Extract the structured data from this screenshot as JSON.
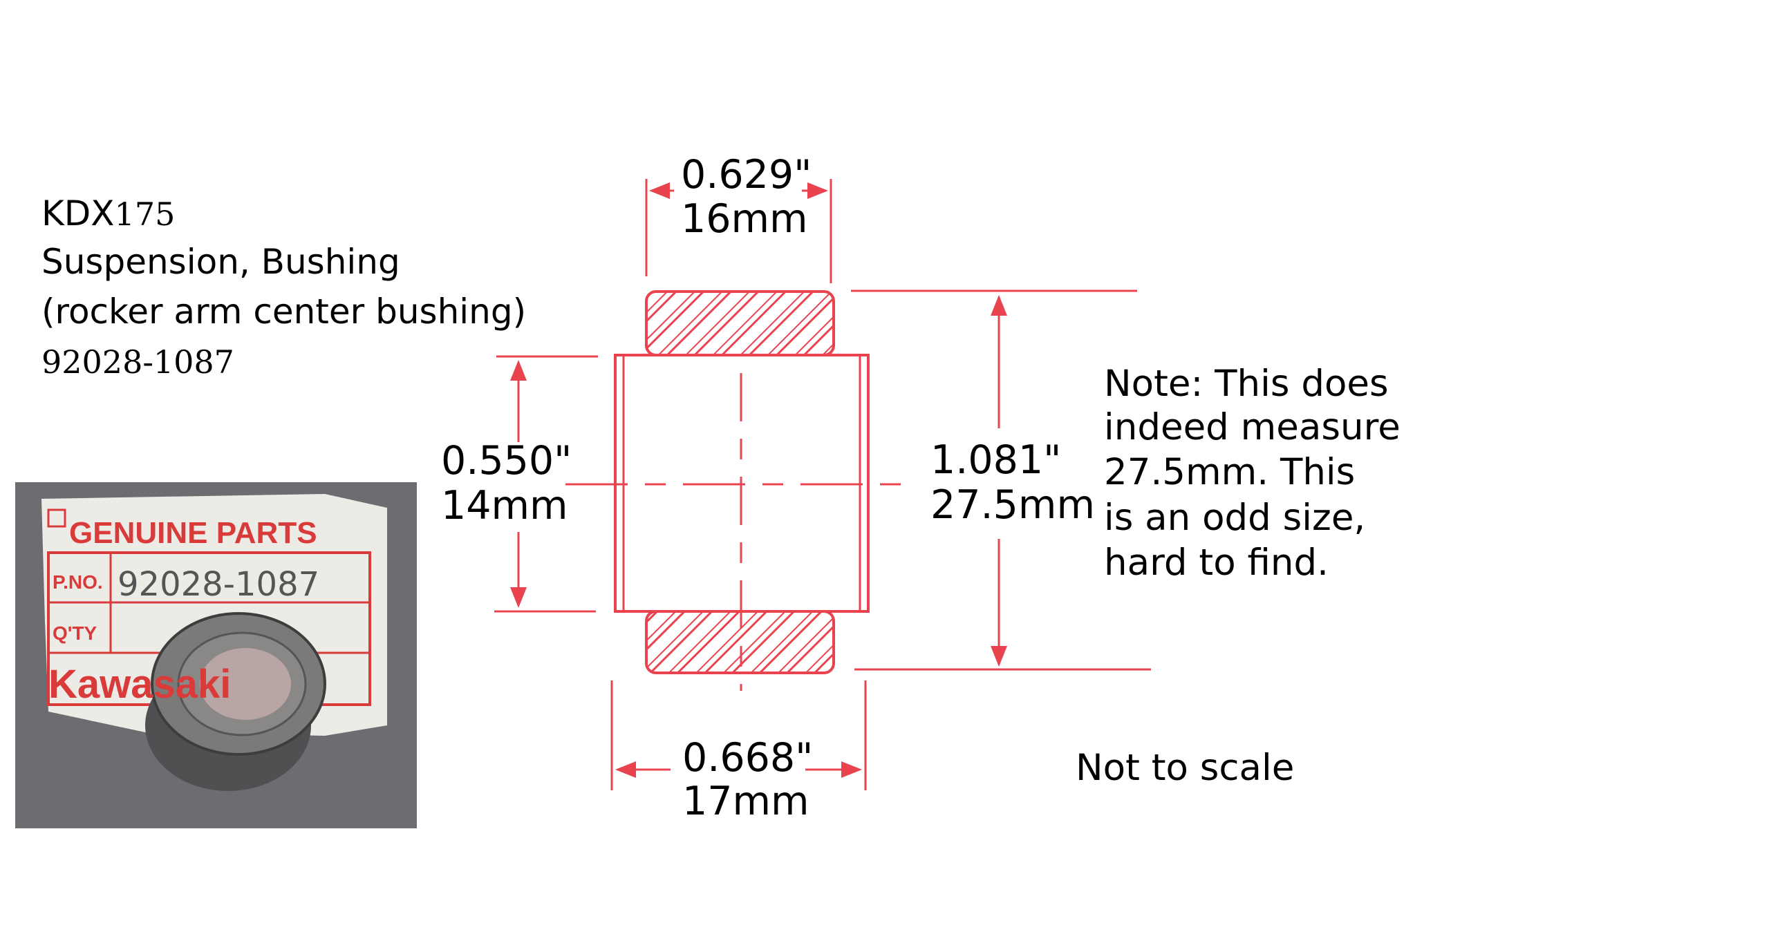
{
  "title": {
    "model_prefix": "KDX",
    "model_number": "175",
    "line2": "Suspension, Bushing",
    "line3": "(rocker arm center bushing)",
    "part_number": "92028-1087"
  },
  "dimensions": {
    "top_width": {
      "inches": "0.629\"",
      "mm": "16mm"
    },
    "inner_diameter": {
      "inches": "0.550\"",
      "mm": "14mm"
    },
    "outer_diameter": {
      "inches": "1.081\"",
      "mm": "27.5mm"
    },
    "bottom_width": {
      "inches": "0.668\"",
      "mm": "17mm"
    }
  },
  "note": {
    "lines": [
      "Note: This does",
      "indeed measure",
      "27.5mm. This",
      "is an odd size,",
      "hard to find."
    ]
  },
  "scale_note": "Not to scale",
  "photo": {
    "label_header": "GENUINE PARTS",
    "pno_label": "P.NO.",
    "pno_value": "92028-1087",
    "qty_label": "Q'TY",
    "brand": "Kawasaki"
  },
  "colors": {
    "drawing": "#e8434f",
    "photo_bg": "#6b6d70"
  }
}
